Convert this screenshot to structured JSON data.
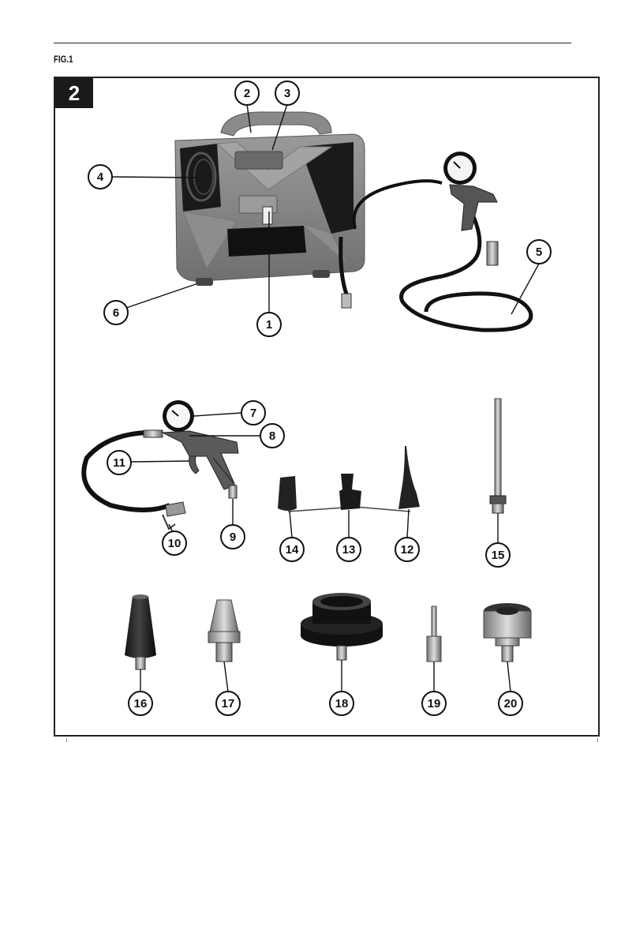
{
  "header": {
    "figure_label": "FIG.1"
  },
  "panel": {
    "badge": "2"
  },
  "callouts": [
    {
      "id": "callout-1",
      "label": "1"
    },
    {
      "id": "callout-2",
      "label": "2"
    },
    {
      "id": "callout-3",
      "label": "3"
    },
    {
      "id": "callout-4",
      "label": "4"
    },
    {
      "id": "callout-5",
      "label": "5"
    },
    {
      "id": "callout-6",
      "label": "6"
    },
    {
      "id": "callout-7",
      "label": "7"
    },
    {
      "id": "callout-8",
      "label": "8"
    },
    {
      "id": "callout-9",
      "label": "9"
    },
    {
      "id": "callout-10",
      "label": "10"
    },
    {
      "id": "callout-11",
      "label": "11"
    },
    {
      "id": "callout-12",
      "label": "12"
    },
    {
      "id": "callout-13",
      "label": "13"
    },
    {
      "id": "callout-14",
      "label": "14"
    },
    {
      "id": "callout-15",
      "label": "15"
    },
    {
      "id": "callout-16",
      "label": "16"
    },
    {
      "id": "callout-17",
      "label": "17"
    },
    {
      "id": "callout-18",
      "label": "18"
    },
    {
      "id": "callout-19",
      "label": "19"
    },
    {
      "id": "callout-20",
      "label": "20"
    }
  ]
}
